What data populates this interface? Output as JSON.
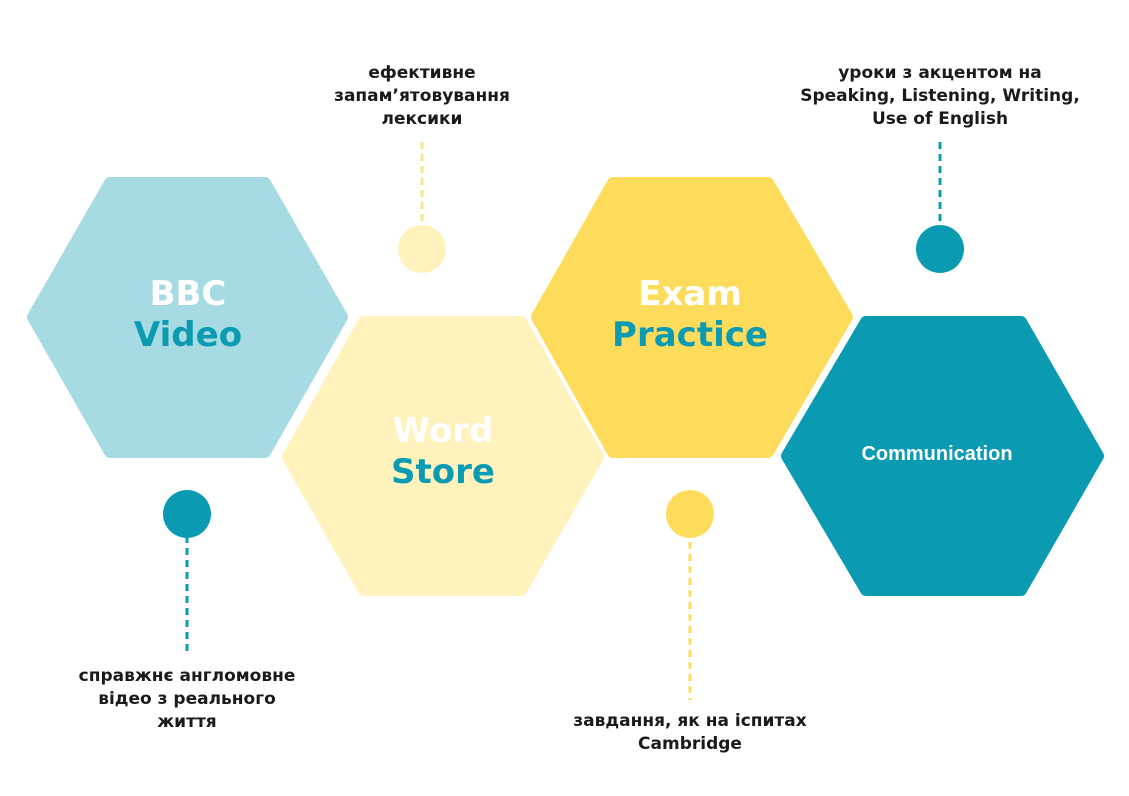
{
  "colors": {
    "light_blue": "#a6dbe3",
    "pale_yellow": "#fff2bd",
    "yellow": "#fddc5c",
    "teal": "#0a9bb2",
    "white": "#ffffff"
  },
  "hexagons": [
    {
      "id": "bbc-video",
      "line1": "BBC",
      "line2": "Video",
      "fill": "light_blue"
    },
    {
      "id": "word-store",
      "line1": "Word",
      "line2": "Store",
      "fill": "pale_yellow"
    },
    {
      "id": "exam-practice",
      "line1": "Exam",
      "line2": "Practice",
      "fill": "yellow"
    },
    {
      "id": "communication",
      "line1": "Communication",
      "line2": "",
      "fill": "teal"
    }
  ],
  "captions": {
    "bbc_video": "справжнє англомовне відео з реального життя",
    "word_store": "ефективне запам’ятовування лексики",
    "exam_practice": "завдання, як на іспитах Cambridge",
    "communication": "уроки з акцентом на Speaking, Listening, Writing, Use of English"
  }
}
